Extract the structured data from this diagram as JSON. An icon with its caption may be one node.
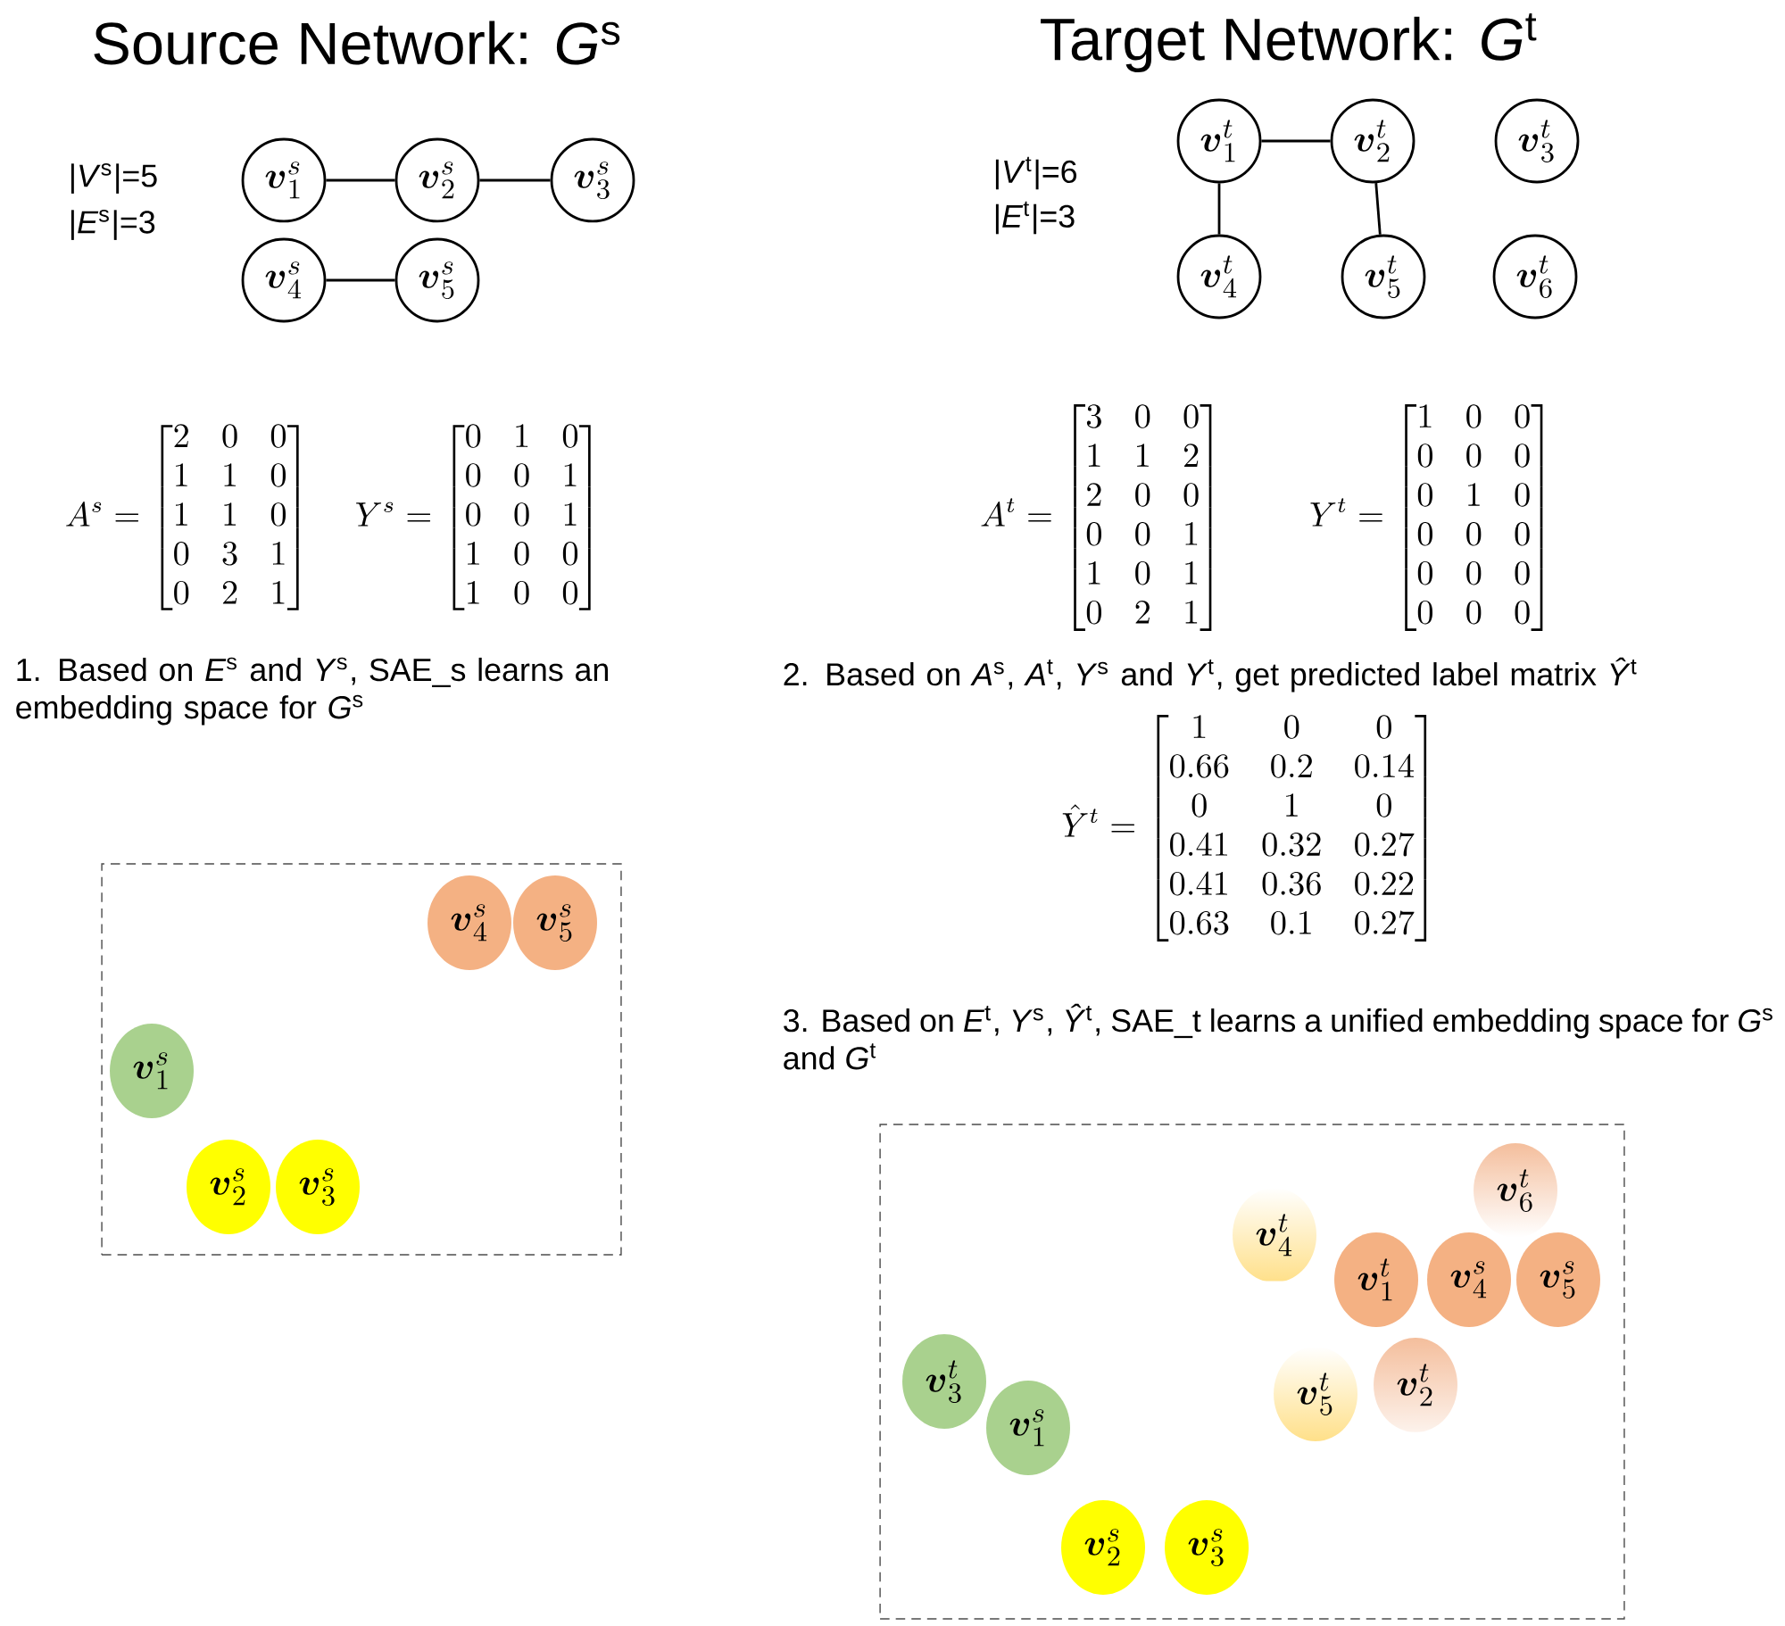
{
  "diagram": {
    "nodes": [
      {
        "text": [
          "\\boldsymbol{v}^s_1"
        ]
      },
      {
        "text": [
          "\\boldsymbol{v}^s_2"
        ]
      },
      {
        "text": [
          "\\boldsymbol{v}^s_3"
        ]
      },
      {
        "text": [
          "\\boldsymbol{v}^s_4"
        ]
      },
      {
        "text": [
          "\\boldsymbol{v}^s_5"
        ]
      },
      {
        "text": [
          "\\boldsymbol{v}^t_1"
        ]
      },
      {
        "text": [
          "\\boldsymbol{v}^t_2"
        ]
      },
      {
        "text": [
          "\\boldsymbol{v}^t_3"
        ]
      },
      {
        "text": [
          "\\boldsymbol{v}^t_4"
        ]
      },
      {
        "text": [
          "\\boldsymbol{v}^t_5"
        ]
      },
      {
        "text": [
          "\\boldsymbol{v}^t_6"
        ]
      },
      {
        "text": [],
        "shape": "box"
      },
      {
        "text": [
          "\\boldsymbol{v}^s_4"
        ],
        "in": 11
      },
      {
        "text": [
          "\\boldsymbol{v}^s_5"
        ],
        "in": 11
      },
      {
        "text": [
          "\\boldsymbol{v}^s_1"
        ],
        "in": 11
      },
      {
        "text": [
          "\\boldsymbol{v}^s_2"
        ],
        "in": 11
      },
      {
        "text": [
          "\\boldsymbol{v}^s_3"
        ],
        "in": 11
      },
      {
        "text": [],
        "shape": "box"
      },
      {
        "text": [
          "\\boldsymbol{v}^t_6"
        ],
        "in": 17
      },
      {
        "text": [
          "\\boldsymbol{v}^t_4"
        ],
        "in": 17
      },
      {
        "text": [
          "\\boldsymbol{v}^t_1"
        ],
        "in": 17
      },
      {
        "text": [
          "\\boldsymbol{v}^s_4"
        ],
        "in": 17
      },
      {
        "text": [
          "\\boldsymbol{v}^s_5"
        ],
        "in": 17
      },
      {
        "text": [
          "\\boldsymbol{v}^t_3"
        ],
        "in": 17
      },
      {
        "text": [
          "\\boldsymbol{v}^t_5"
        ],
        "in": 17
      },
      {
        "text": [
          "\\boldsymbol{v}^t_2"
        ],
        "in": 17
      },
      {
        "text": [
          "\\boldsymbol{v}^s_1"
        ],
        "in": 17
      },
      {
        "text": [
          "\\boldsymbol{v}^s_2"
        ],
        "in": 17
      },
      {
        "text": [
          "\\boldsymbol{v}^s_3"
        ],
        "in": 17
      }
    ],
    "edges": [
      {
        "from": 0,
        "to": 1,
        "arrow": "none"
      },
      {
        "from": 1,
        "to": 2,
        "arrow": "none"
      },
      {
        "from": 3,
        "to": 4,
        "arrow": "none"
      },
      {
        "from": 5,
        "to": 6,
        "arrow": "none"
      },
      {
        "from": 5,
        "to": 8,
        "arrow": "none"
      },
      {
        "from": 6,
        "to": 9,
        "arrow": "none"
      }
    ],
    "labels": [
      "Source Network: *G*$^{s}$",
      "Target Network: *G*$^{t}$",
      "|*V*$^{s}$|=5",
      "|*E*$^{s}$|=3",
      "|*V*$^{t}$|=6",
      "|*E*$^{t}$|=3",
      "A^s = \\begin{bmatrix}2&0&0\\\\1&1&0\\\\1&1&0\\\\0&3&1\\\\0&2&1\\end{bmatrix}",
      "Y^s = \\begin{bmatrix}0&1&0\\\\0&0&1\\\\0&0&1\\\\1&0&0\\\\1&0&0\\end{bmatrix}",
      "A^t = \\begin{bmatrix}3&0&0\\\\1&1&2\\\\2&0&0\\\\0&0&1\\\\1&0&1\\\\0&2&1\\end{bmatrix}",
      "Y^t = \\begin{bmatrix}1&0&0\\\\0&0&0\\\\0&1&0\\\\0&0&0\\\\0&0&0\\\\0&0&0\\end{bmatrix}",
      "1. Based on *E*$^{s}$ and *Y*$^{s}$, SAE_s learns an embedding space for *G*$^{s}$",
      "2. Based on *A*$^{s}$, *A*$^{t}$, *Y*$^{s}$ and *Y*$^{t}$, get predicted label matrix *Ŷ*$^{t}$",
      "\\hat{Y}^t = \\begin{bmatrix}1&0&0\\\\0.66&0.2&0.14\\\\0&1&0\\\\0.41&0.32&0.27\\\\0.41&0.36&0.22\\\\0.63&0.1&0.27\\end{bmatrix}",
      "3. Based on *E*$^{t}$, *Y*$^{s}$, *Ŷ*$^{t}$, SAE_t learns a unified embedding space for *G*$^{s}$ and *G*$^{t}$"
    ]
  }
}
